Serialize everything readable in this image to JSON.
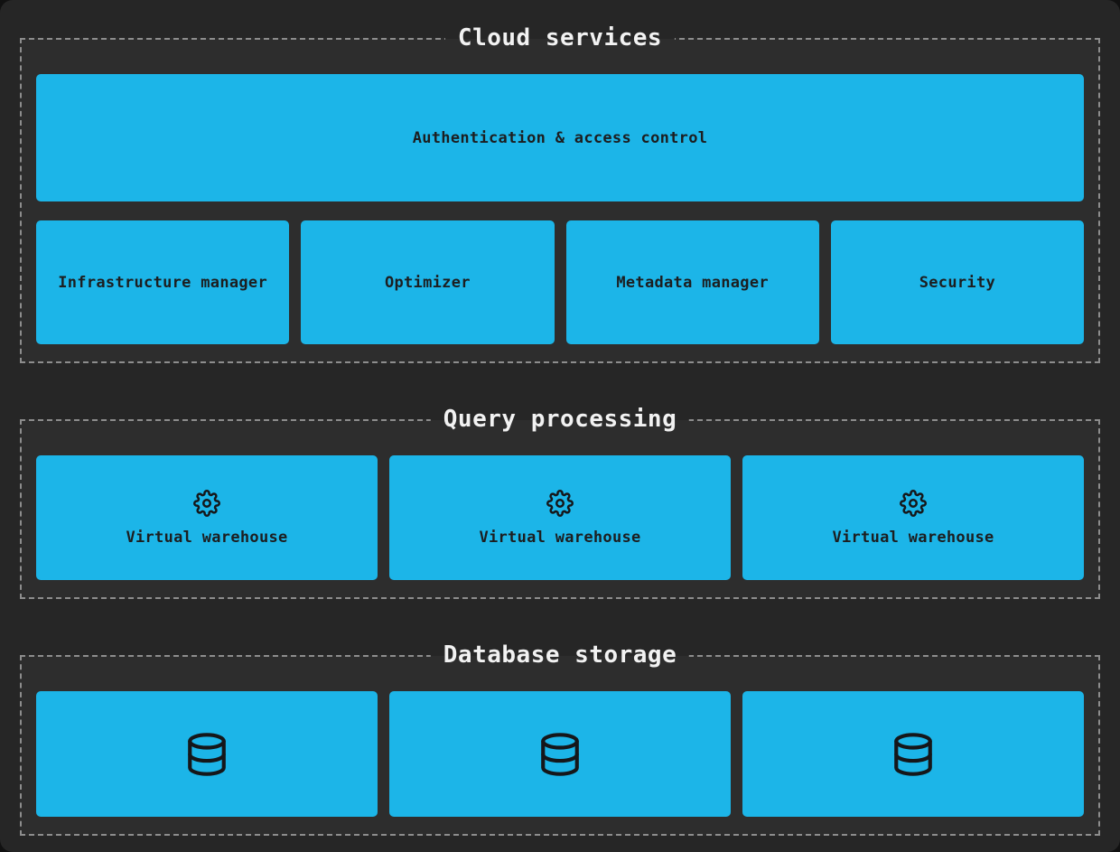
{
  "colors": {
    "page_background": "#262626",
    "section_background": "#2d2d2d",
    "dashed_border": "#8d8d8d",
    "box_fill": "#1cb5e8",
    "box_text": "#1c1e20",
    "title_text": "#f2f2f2"
  },
  "sections": [
    {
      "title": "Cloud services",
      "wide_box": {
        "label": "Authentication & access control"
      },
      "boxes": [
        {
          "label": "Infrastructure manager"
        },
        {
          "label": "Optimizer"
        },
        {
          "label": "Metadata manager"
        },
        {
          "label": "Security"
        }
      ]
    },
    {
      "title": "Query processing",
      "boxes": [
        {
          "icon": "gear-icon",
          "label": "Virtual warehouse"
        },
        {
          "icon": "gear-icon",
          "label": "Virtual warehouse"
        },
        {
          "icon": "gear-icon",
          "label": "Virtual warehouse"
        }
      ]
    },
    {
      "title": "Database storage",
      "boxes": [
        {
          "icon": "database-icon"
        },
        {
          "icon": "database-icon"
        },
        {
          "icon": "database-icon"
        }
      ]
    }
  ]
}
